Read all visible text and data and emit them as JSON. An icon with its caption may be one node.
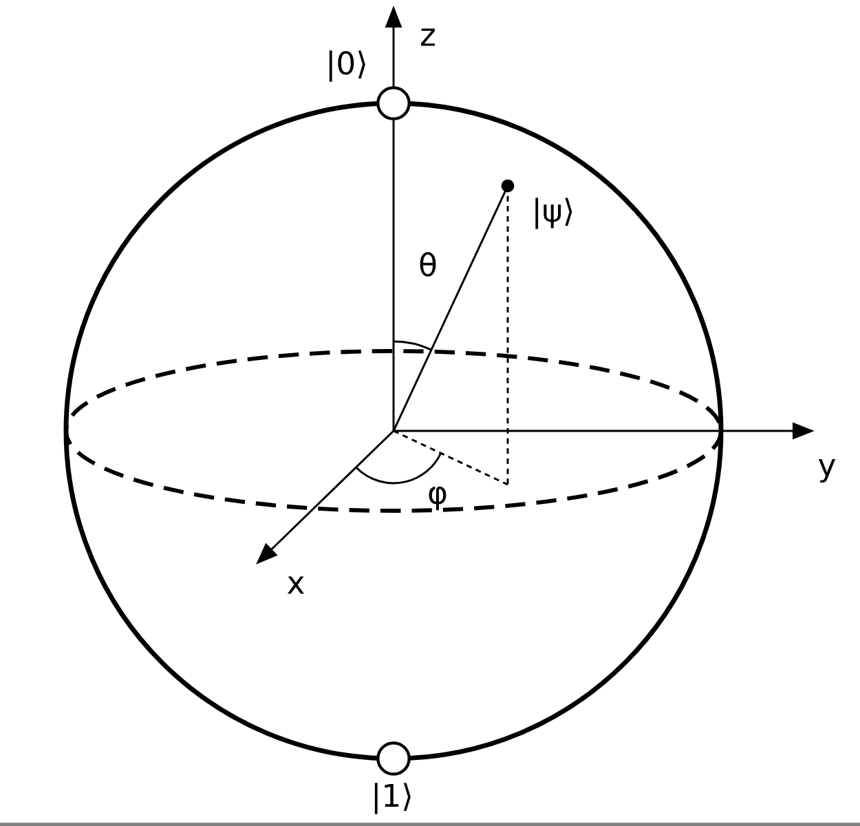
{
  "diagram": {
    "nodes": [
      {
        "text": [
          "|0⟩"
        ]
      },
      {
        "text": [
          "|ψ⟩"
        ]
      },
      {
        "text": [
          "|1⟩"
        ]
      }
    ],
    "labels": [
      "z",
      "y",
      "x",
      "θ",
      "φ"
    ]
  }
}
